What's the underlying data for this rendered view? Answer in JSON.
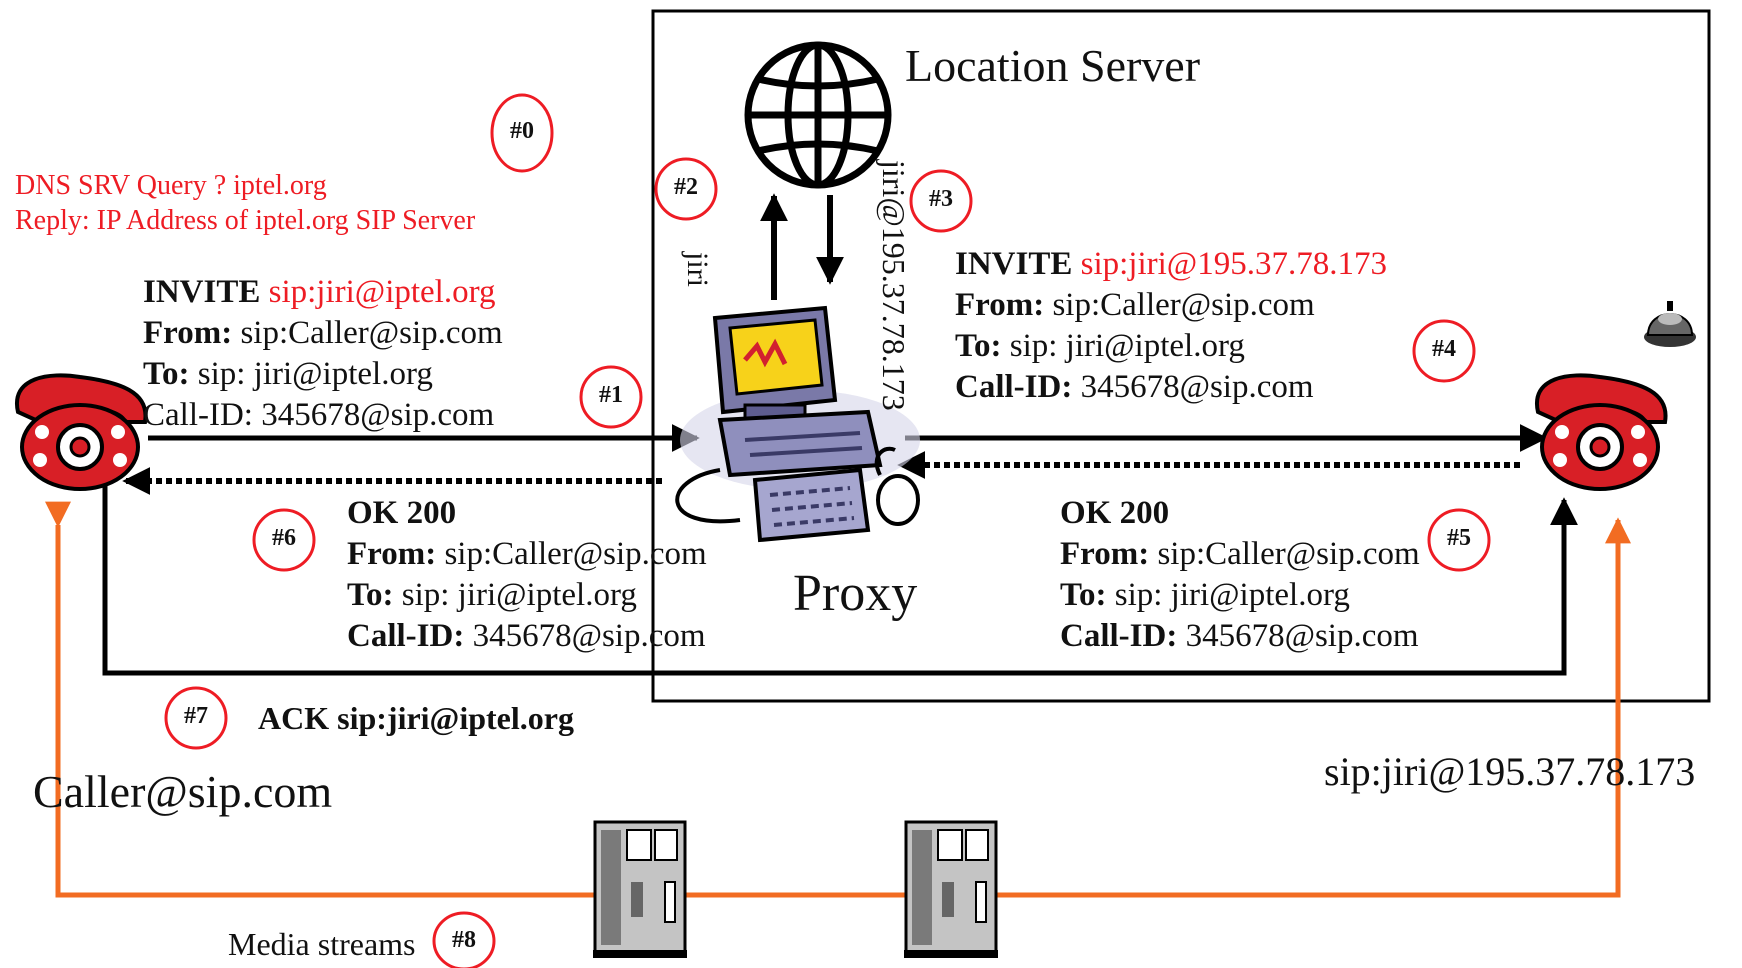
{
  "location_server": {
    "label": "Location Server"
  },
  "proxy": {
    "label": "Proxy"
  },
  "dns": {
    "query": "DNS SRV Query ? iptel.org",
    "reply": "Reply: IP Address of iptel.org SIP Server"
  },
  "invite1": {
    "method": "INVITE",
    "uri": "sip:jiri@iptel.org",
    "from_key": "From:",
    "from_val": "sip:Caller@sip.com",
    "to_key": "To:",
    "to_val": "sip: jiri@iptel.org",
    "callid_key": "Call-ID:",
    "callid_val": "345678@sip.com"
  },
  "invite2": {
    "method": "INVITE",
    "uri": "sip:jiri@195.37.78.173",
    "from_key": "From:",
    "from_val": "sip:Caller@sip.com",
    "to_key": "To:",
    "to_val": "sip: jiri@iptel.org",
    "callid_key": "Call-ID:",
    "callid_val": "345678@sip.com"
  },
  "ok_left": {
    "status": "OK 200",
    "from_key": "From:",
    "from_val": "sip:Caller@sip.com",
    "to_key": "To:",
    "to_val": "sip: jiri@iptel.org",
    "callid_key": "Call-ID:",
    "callid_val": "345678@sip.com"
  },
  "ok_right": {
    "status": "OK 200",
    "from_key": "From:",
    "from_val": "sip:Caller@sip.com",
    "to_key": "To:",
    "to_val": "sip: jiri@iptel.org",
    "callid_key": "Call-ID:",
    "callid_val": "345678@sip.com"
  },
  "ack": {
    "label": "ACK sip:jiri@iptel.org"
  },
  "lookup": {
    "query": "jiri",
    "answer": "jiri@195.37.78.173"
  },
  "caller": {
    "label": "Caller@sip.com"
  },
  "callee": {
    "label": "sip:jiri@195.37.78.173"
  },
  "media": {
    "label": "Media streams"
  },
  "steps": [
    "#0",
    "#1",
    "#2",
    "#3",
    "#4",
    "#5",
    "#6",
    "#7",
    "#8"
  ],
  "colors": {
    "signal": "#000000",
    "media": "#f26c22",
    "highlight": "#ee1c24"
  },
  "icons": {
    "globe": "globe-icon",
    "proxy": "computer-icon",
    "phone": "telephone-icon",
    "bell": "bell-icon",
    "media_server": "server-icon"
  }
}
